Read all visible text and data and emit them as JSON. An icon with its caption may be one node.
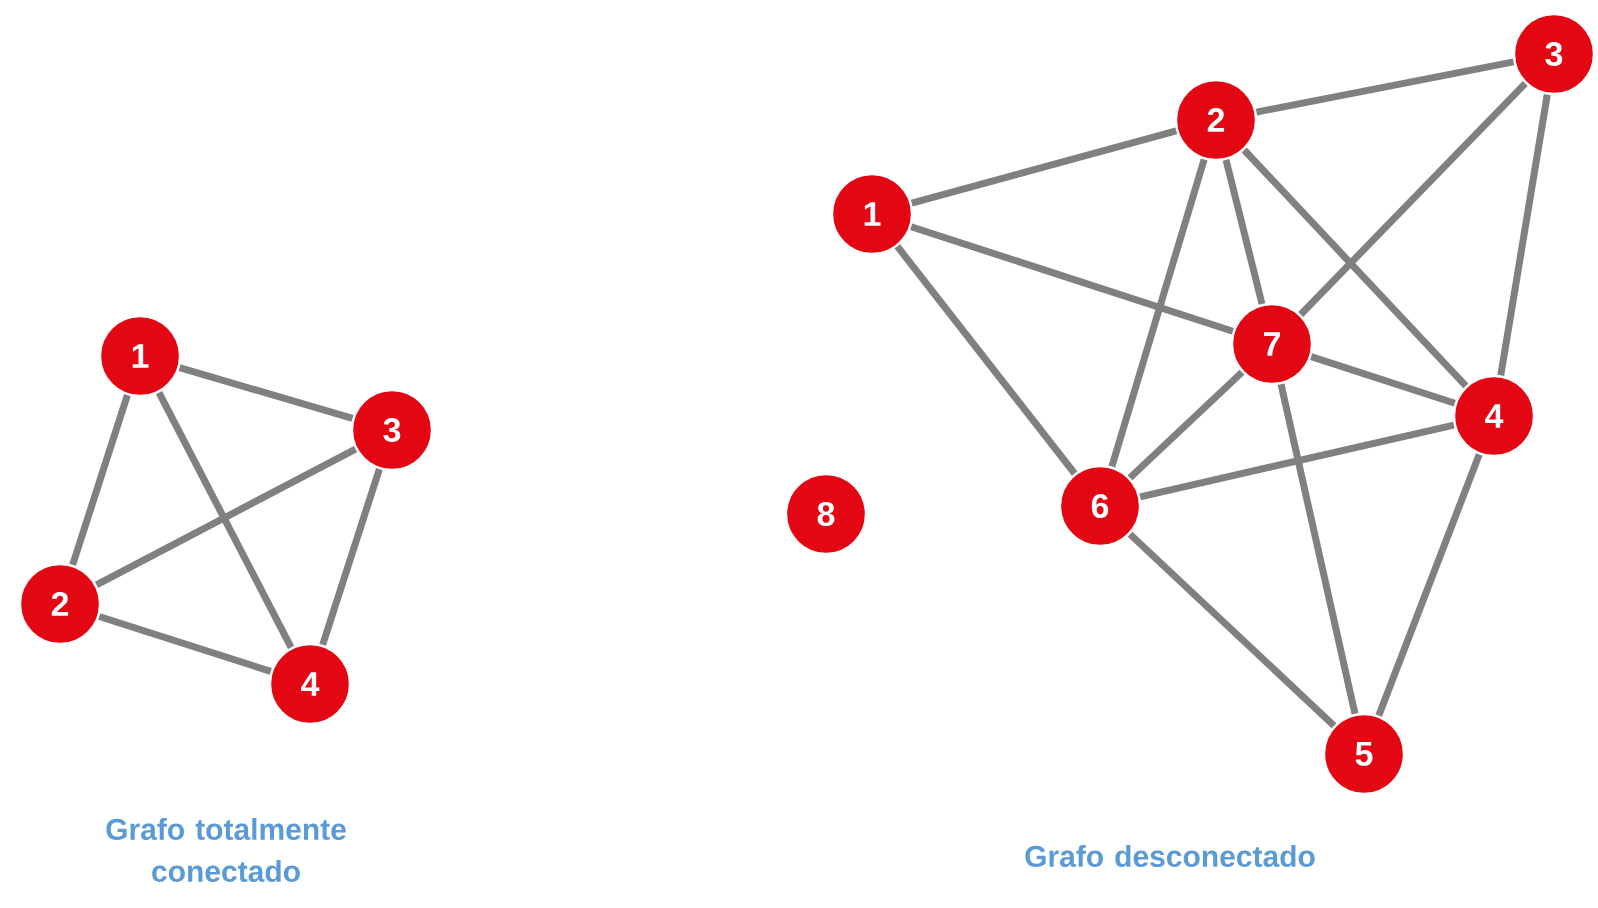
{
  "diagram": {
    "nodes": [
      {
        "text": [
          "1"
        ]
      },
      {
        "text": [
          "2"
        ]
      },
      {
        "text": [
          "3"
        ]
      },
      {
        "text": [
          "4"
        ]
      },
      {
        "text": [
          "1"
        ]
      },
      {
        "text": [
          "2"
        ]
      },
      {
        "text": [
          "3"
        ]
      },
      {
        "text": [
          "4"
        ]
      },
      {
        "text": [
          "5"
        ]
      },
      {
        "text": [
          "6"
        ]
      },
      {
        "text": [
          "7"
        ]
      },
      {
        "text": [
          "8"
        ]
      }
    ],
    "edges": [
      {
        "from": 0,
        "to": 1,
        "arrow": "none"
      },
      {
        "from": 0,
        "to": 2,
        "arrow": "none"
      },
      {
        "from": 0,
        "to": 3,
        "arrow": "none"
      },
      {
        "from": 1,
        "to": 2,
        "arrow": "none"
      },
      {
        "from": 1,
        "to": 3,
        "arrow": "none"
      },
      {
        "from": 2,
        "to": 3,
        "arrow": "none"
      },
      {
        "from": 4,
        "to": 5,
        "arrow": "none"
      },
      {
        "from": 4,
        "to": 10,
        "arrow": "none"
      },
      {
        "from": 4,
        "to": 9,
        "arrow": "none"
      },
      {
        "from": 5,
        "to": 6,
        "arrow": "none"
      },
      {
        "from": 5,
        "to": 9,
        "arrow": "none"
      },
      {
        "from": 5,
        "to": 10,
        "arrow": "none"
      },
      {
        "from": 5,
        "to": 7,
        "arrow": "none"
      },
      {
        "from": 6,
        "to": 10,
        "arrow": "none"
      },
      {
        "from": 6,
        "to": 7,
        "arrow": "none"
      },
      {
        "from": 10,
        "to": 7,
        "arrow": "none"
      },
      {
        "from": 10,
        "to": 9,
        "arrow": "none"
      },
      {
        "from": 10,
        "to": 8,
        "arrow": "none"
      },
      {
        "from": 9,
        "to": 7,
        "arrow": "none"
      },
      {
        "from": 9,
        "to": 8,
        "arrow": "none"
      },
      {
        "from": 7,
        "to": 8,
        "arrow": "none"
      }
    ],
    "labels": [
      "Grafo totalmente conectado",
      "Grafo desconectado"
    ]
  }
}
